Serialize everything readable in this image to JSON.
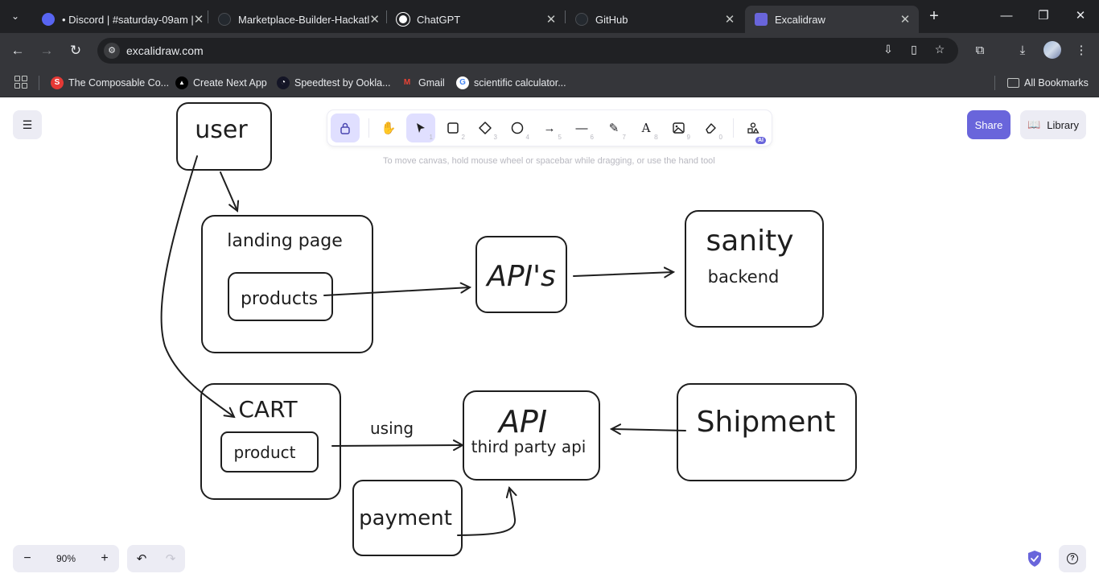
{
  "browser": {
    "tabs": [
      {
        "title": "• Discord | #saturday-09am |",
        "favicon_color": "#5865f2",
        "active": false
      },
      {
        "title": "Marketplace-Builder-Hackatl",
        "favicon_color": "#24292f",
        "active": false
      },
      {
        "title": "ChatGPT",
        "favicon_color": "#ffffff",
        "active": false
      },
      {
        "title": "GitHub",
        "favicon_color": "#24292f",
        "active": false
      },
      {
        "title": "Excalidraw",
        "favicon_color": "#6965db",
        "active": true
      }
    ],
    "close_glyph": "✕",
    "new_tab_glyph": "+",
    "url": "excalidraw.com",
    "bookmarks": [
      {
        "label": "The Composable Co...",
        "icon_letter": "S",
        "icon_color": "#e53935"
      },
      {
        "label": "Create Next App",
        "icon_letter": "▲",
        "icon_color": "#000000"
      },
      {
        "label": "Speedtest by Ookla...",
        "icon_letter": "◔",
        "icon_color": "#141526"
      },
      {
        "label": "Gmail",
        "icon_letter": "M",
        "icon_color": "#ea4335"
      },
      {
        "label": "scientific calculator...",
        "icon_letter": "G",
        "icon_color": "#4285f4"
      }
    ],
    "all_bookmarks_label": "All Bookmarks"
  },
  "excalidraw": {
    "share_label": "Share",
    "library_label": "Library",
    "hint": "To move canvas, hold mouse wheel or spacebar while dragging, or use the hand tool",
    "tools": [
      {
        "name": "lock",
        "key": ""
      },
      {
        "name": "hand",
        "key": ""
      },
      {
        "name": "selection",
        "key": "1"
      },
      {
        "name": "rectangle",
        "key": "2"
      },
      {
        "name": "diamond",
        "key": "3"
      },
      {
        "name": "ellipse",
        "key": "4"
      },
      {
        "name": "arrow",
        "key": "5"
      },
      {
        "name": "line",
        "key": "6"
      },
      {
        "name": "draw",
        "key": "7"
      },
      {
        "name": "text",
        "key": "8"
      },
      {
        "name": "image",
        "key": "9"
      },
      {
        "name": "eraser",
        "key": "0"
      }
    ],
    "ai_badge": "AI",
    "zoom_label": "90%",
    "zoom_out": "−",
    "zoom_in": "+"
  },
  "diagram": {
    "user": "user",
    "landing_page": "landing page",
    "products": "products",
    "apis": "API's",
    "sanity": "sanity",
    "backend": "backend",
    "cart": "CART",
    "product": "product",
    "using": "using",
    "api": "API",
    "third_party_api": "third party api",
    "shipment": "Shipment",
    "payment": "payment"
  }
}
